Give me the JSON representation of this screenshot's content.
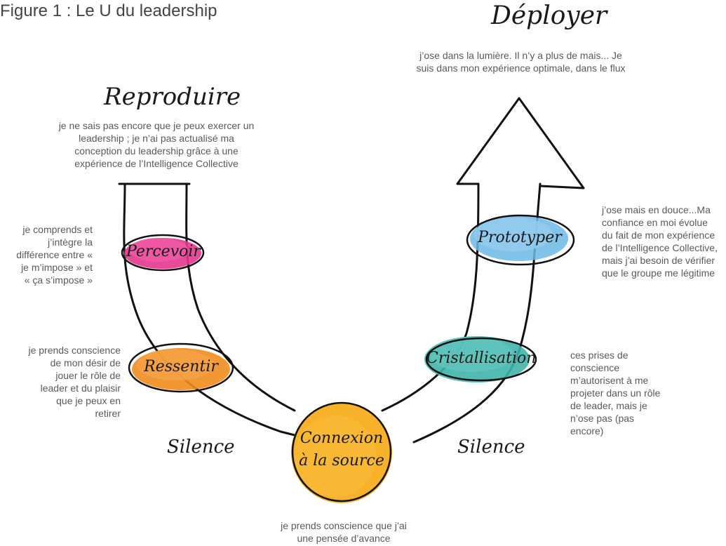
{
  "figure_title": "Figure 1 : Le U du leadership",
  "stages": {
    "reproduire": {
      "label": "Reproduire",
      "description": "je ne sais pas encore que je peux exercer un leadership ; je n’ai pas actualisé ma conception du leadership grâce à une expérience de l’Intelligence Collective"
    },
    "percevoir": {
      "label": "Percevoir",
      "description": "je comprends et j’intègre la différence entre « je m’impose » et « ça s’impose »",
      "color": "#e6368f"
    },
    "ressentir": {
      "label": "Ressentir",
      "description": "je prends conscience de mon désir de jouer le rôle de leader et du plaisir que je peux en retirer",
      "color": "#ef8c1d"
    },
    "connexion": {
      "label_line1": "Connexion",
      "label_line2": "à la source",
      "description": "je prends conscience que j’ai une pensée d’avance",
      "color": "#f7aa12"
    },
    "cristallisation": {
      "label": "Cristallisation",
      "description": "ces prises de conscience m’autorisent à me projeter dans un rôle de leader, mais je n’ose pas (pas encore)",
      "color": "#3fb5aa"
    },
    "prototyper": {
      "label": "Prototyper",
      "description": "j’ose mais en douce...Ma confiance en moi évolue du fait de mon expérience de l’Intelligence Collective, mais j’ai besoin de vérifier que le groupe me légitime",
      "color": "#6cb8e6"
    },
    "deployer": {
      "label": "Déployer",
      "description": "j’ose dans la lumière. Il n’y a plus de mais... Je suis dans mon expérience optimale, dans le flux"
    }
  },
  "silence_left": "Silence",
  "silence_right": "Silence"
}
